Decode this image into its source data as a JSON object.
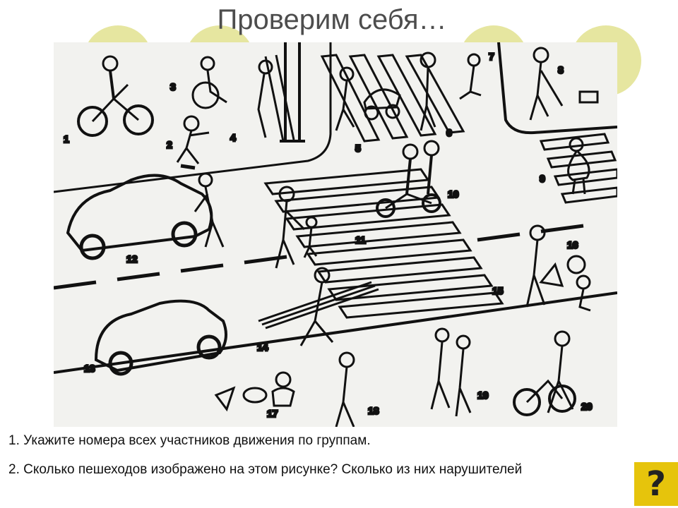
{
  "slide": {
    "title": "Проверим себя…"
  },
  "picture": {
    "labels": [
      "1",
      "2",
      "3",
      "4",
      "5",
      "6",
      "7",
      "8",
      "9",
      "10",
      "11",
      "12",
      "13",
      "14",
      "15",
      "16",
      "17",
      "18",
      "19",
      "20"
    ]
  },
  "questions": {
    "q1": "1.  Укажите номера всех участников движения по группам.",
    "q2": "2.  Сколько пешеходов изображено на этом рисунке? Сколько из них нарушителей"
  },
  "help_button": {
    "icon": "question-mark-icon",
    "glyph": "?",
    "color": "#e6c40c"
  },
  "colors": {
    "title": "#4d4d4d",
    "decor_circles": "#e6e6a0",
    "text": "#111111"
  }
}
